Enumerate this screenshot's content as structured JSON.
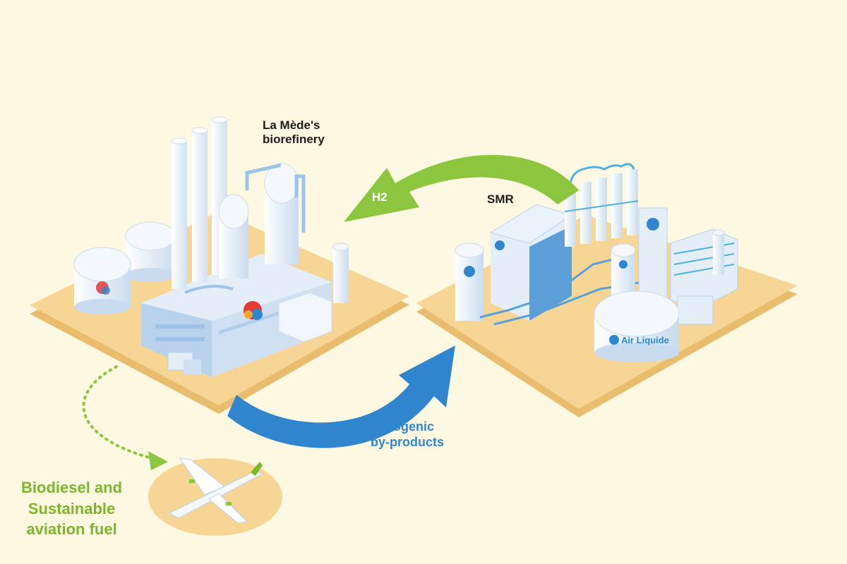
{
  "labels": {
    "biorefinery": "La Mède's\nbiorefinery",
    "h2": "H2",
    "smr": "SMR",
    "biogenic": "Biogenic\nby-products",
    "fuel": "Biodiesel and\nSustainable\naviation fuel"
  },
  "logos": {
    "totalenergies": "TotalEnergies",
    "air_liquide": "Air Liquide"
  },
  "colors": {
    "background": "#fdf8e2",
    "platform": "#f7d594",
    "platform_edge": "#e8bd6e",
    "h2_arrow": "#8cc63f",
    "byproduct_arrow": "#2f86cf",
    "fuel_text": "#7cb62b",
    "equipment": "#e3eef9",
    "equipment_blue": "#5a9fd8"
  }
}
